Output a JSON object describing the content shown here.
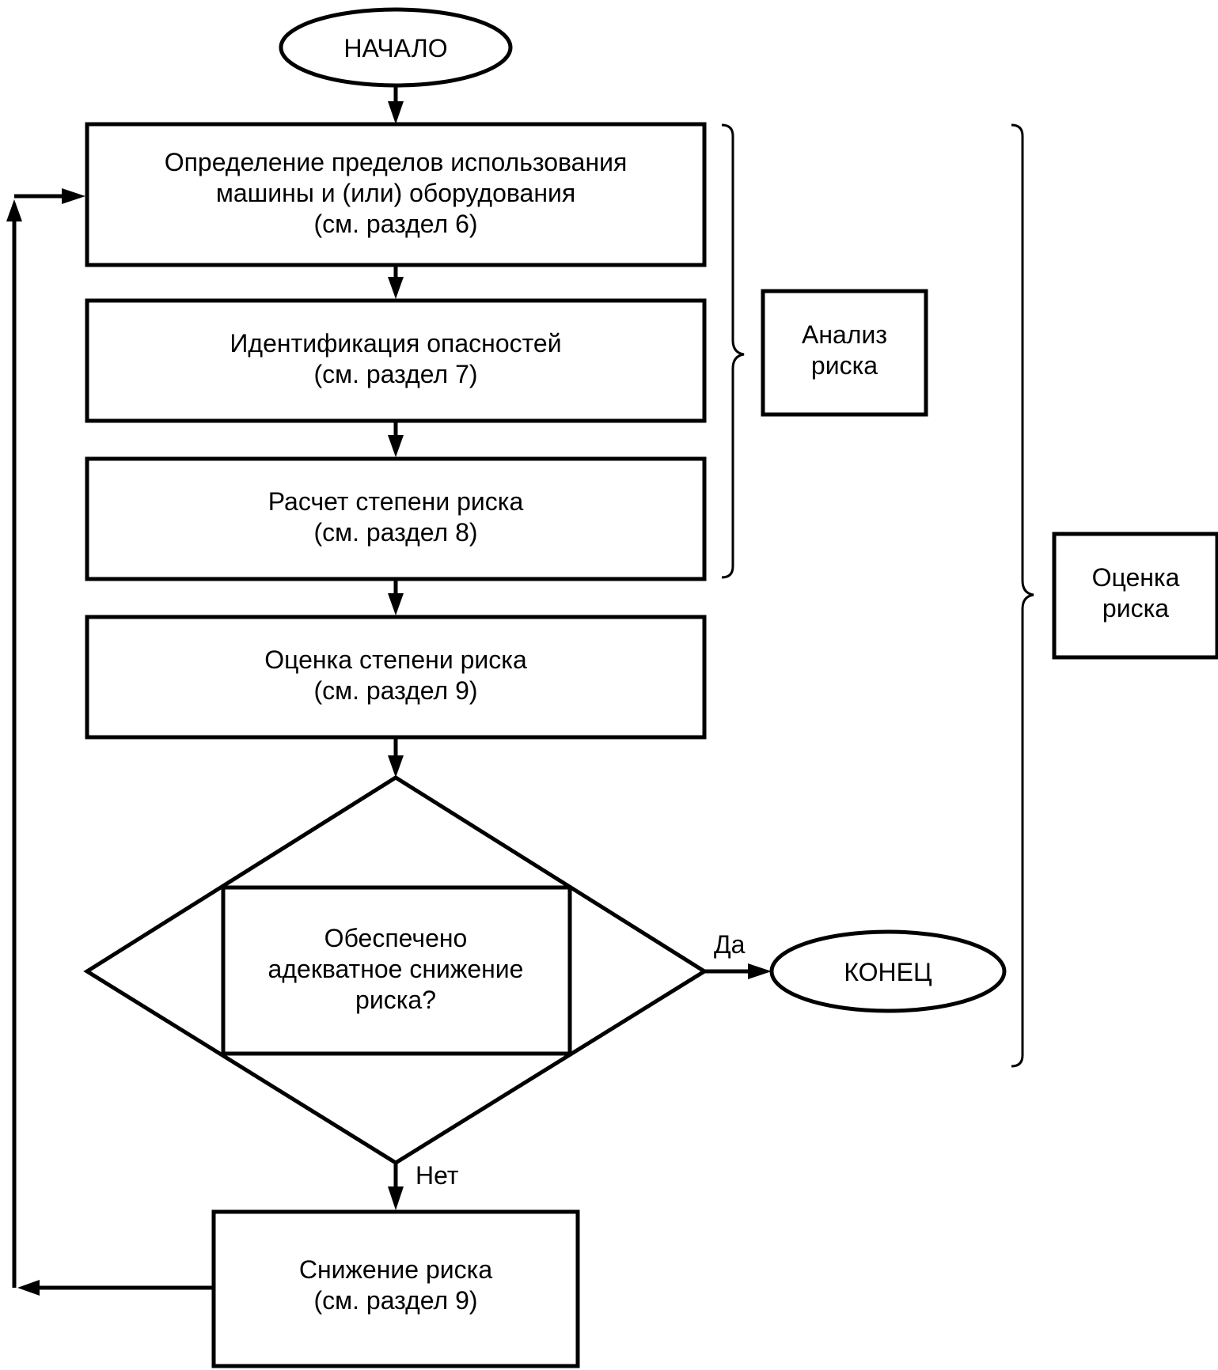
{
  "flowchart": {
    "start": "НАЧАЛО",
    "end": "КОНЕЦ",
    "step_limits": [
      "Определение пределов использования",
      "машины и (или) оборудования",
      "(см. раздел 6)"
    ],
    "step_hazards": [
      "Идентификация опасностей",
      "(см. раздел 7)"
    ],
    "step_estimation": [
      "Расчет степени риска",
      "(см. раздел 8)"
    ],
    "step_evaluation": [
      "Оценка степени риска",
      "(см. раздел 9)"
    ],
    "decision": [
      "Обеспечено",
      "адекватное снижение",
      "риска?"
    ],
    "yes_label": "Да",
    "no_label": "Нет",
    "step_reduction": [
      "Снижение риска",
      "(см. раздел 9)"
    ]
  },
  "groups": {
    "risk_analysis": [
      "Анализ",
      "риска"
    ],
    "risk_assessment": [
      "Оценка",
      "риска"
    ]
  }
}
